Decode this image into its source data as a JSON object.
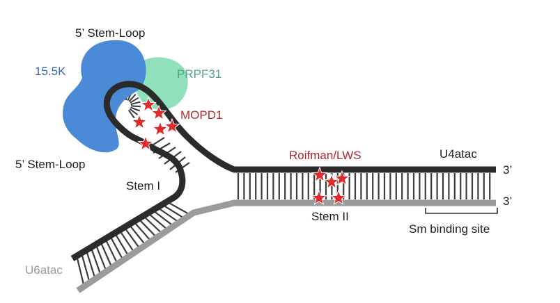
{
  "labels": {
    "stem_loop_top": "5’ Stem-Loop",
    "stem_loop_left": "5’ Stem-Loop",
    "protein_15_5k": "15.5K",
    "protein_prpf31": "PRPF31",
    "mutation_mopd1": "MOPD1",
    "mutation_roifman": "Roifman/LWS",
    "stem_i": "Stem I",
    "stem_ii": "Stem II",
    "u4atac": "U4atac",
    "u6atac": "U6atac",
    "three_prime_top": "3’",
    "three_prime_bottom": "3’",
    "sm_binding_site": "Sm binding site"
  },
  "colors": {
    "u4atac_strand": "#2b2b2b",
    "u6atac_strand": "#9b9b9b",
    "protein_15_5k": "#4a8ad6",
    "protein_prpf31": "#8fe0bb",
    "mutation_star": "#e02b2b",
    "mutation_text": "#b0282d"
  },
  "icons": {
    "mutation_marker": "star-icon"
  }
}
